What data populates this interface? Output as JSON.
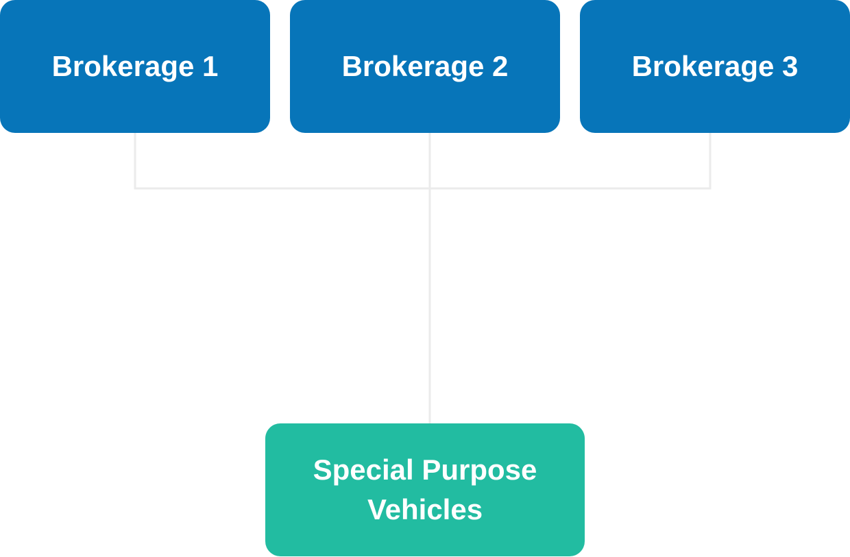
{
  "colors": {
    "brokerage_fill": "#0775b9",
    "spv_fill": "#22bca1",
    "text": "#ffffff",
    "connector": "#ebebeb"
  },
  "brokerages": [
    {
      "label": "Brokerage 1"
    },
    {
      "label": "Brokerage 2"
    },
    {
      "label": "Brokerage 3"
    }
  ],
  "target": {
    "label": "Special Purpose Vehicles"
  },
  "connections": [
    {
      "from": "Brokerage 1",
      "to": "Special Purpose Vehicles"
    },
    {
      "from": "Brokerage 2",
      "to": "Special Purpose Vehicles"
    },
    {
      "from": "Brokerage 3",
      "to": "Special Purpose Vehicles"
    }
  ]
}
